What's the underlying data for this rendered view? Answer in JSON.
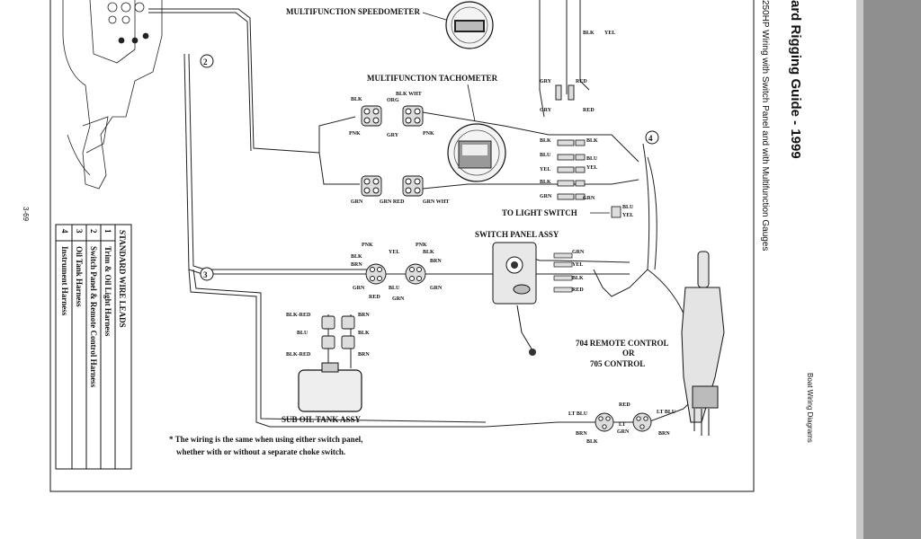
{
  "page": {
    "title": "ard Rigging Guide - 1999",
    "subtitle": "250HP Wiring with Switch Panel and with Multifunction Gauges",
    "section": "Boat Wiring Diagrams",
    "page_number": "3-69"
  },
  "components": {
    "speedometer": "MULTIFUNCTION SPEEDOMETER",
    "tachometer": "MULTIFUNCTION TACHOMETER",
    "light_switch": "TO LIGHT SWITCH",
    "switch_panel": "SWITCH PANEL ASSY",
    "remote_control": "704 REMOTE CONTROL",
    "remote_or": "OR",
    "remote_control_2": "705 CONTROL",
    "sub_oil_tank": "SUB OIL TANK ASSY"
  },
  "note": {
    "line1": "* The wiring is the same when using either switch panel,",
    "line2": "whether with or without a separate choke switch."
  },
  "callouts": [
    "2",
    "3",
    "4"
  ],
  "legend": {
    "header": "STANDARD WIRE LEADS",
    "rows": [
      {
        "num": "1",
        "label": "Trim & Oil Light Harness"
      },
      {
        "num": "2",
        "label": "Switch Panel & Remote Control Harness"
      },
      {
        "num": "3",
        "label": "Oil Tank Harness"
      },
      {
        "num": "4",
        "label": "Instrument Harness"
      }
    ]
  },
  "wire_labels": {
    "speedo_blk": "BLK",
    "speedo_yel": "YEL",
    "tach_gry_left": "GRY",
    "tach_red": "RED",
    "tach_gry_right": "GRY",
    "tach_red_right": "RED",
    "c1_blk": "BLK",
    "c1_blkwht": "BLK WHT",
    "c1_org": "ORG",
    "c1_pnk": "PNK",
    "c1_gry": "GRY",
    "c1_pnk2": "PNK",
    "c2_grn": "GRN",
    "c2_grnred": "GRN RED",
    "c2_grnwht": "GRN WHT",
    "h_blk": "BLK",
    "h_blk2": "BLK",
    "h_blu": "BLU",
    "h_blu2": "BLU",
    "h_yel": "YEL",
    "h_yel2": "YEL",
    "h_blk3": "BLK",
    "h_grn": "GRN",
    "h_grn2": "GRN",
    "ls_blu": "BLU",
    "ls_yel": "YEL",
    "s_pnk": "PNK",
    "s_pnk2": "PNK",
    "s_yel": "YEL",
    "s_blk": "BLK",
    "s_blk2": "BLK",
    "s_brn": "BRN",
    "s_brn2": "BRN",
    "s_grn": "GRN",
    "s_grn2": "GRN",
    "s_blu": "BLU",
    "s_red": "RED",
    "s_grn3": "GRN",
    "sp_grn": "GRN",
    "sp_yel": "YEL",
    "sp_blk": "BLK",
    "sp_red": "RED",
    "o_blkred": "BLK-RED",
    "o_brn": "BRN",
    "o_blu": "BLU",
    "o_blk": "BLK",
    "o_blkred2": "BLK-RED",
    "o_brn2": "BRN",
    "r_red": "RED",
    "r_ltblu": "LT BLU",
    "r_ltblu2": "LT BLU",
    "r_lt": "LT",
    "r_grn": "GRN",
    "r_brn": "BRN",
    "r_blk": "BLK",
    "r_brn2": "BRN"
  }
}
